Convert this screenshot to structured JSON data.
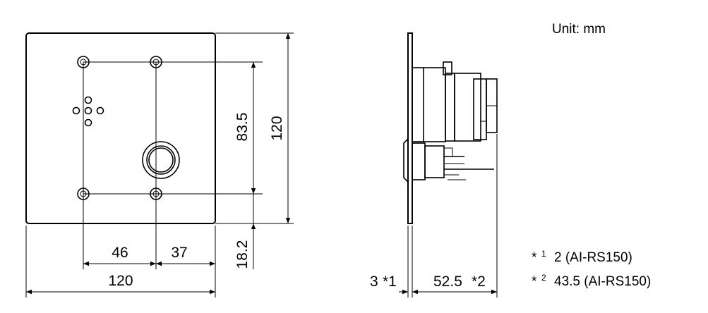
{
  "unit_label": "Unit: mm",
  "front_view": {
    "width_dim": "120",
    "left_spacing_dim": "46",
    "right_spacing_dim": "37",
    "hole_spacing_dim": "83.5",
    "height_dim": "120",
    "bottom_offset_dim": "18.2"
  },
  "side_view": {
    "thickness_dim": "3",
    "thickness_ref": "*1",
    "depth_dim": "52.5",
    "depth_ref": "*2"
  },
  "notes": [
    {
      "ref": "*",
      "num": "1",
      "text": "2 (AI-RS150)"
    },
    {
      "ref": "*",
      "num": "2",
      "text": "43.5 (AI-RS150)"
    }
  ],
  "colors": {
    "line": "#000000",
    "background": "#ffffff"
  }
}
